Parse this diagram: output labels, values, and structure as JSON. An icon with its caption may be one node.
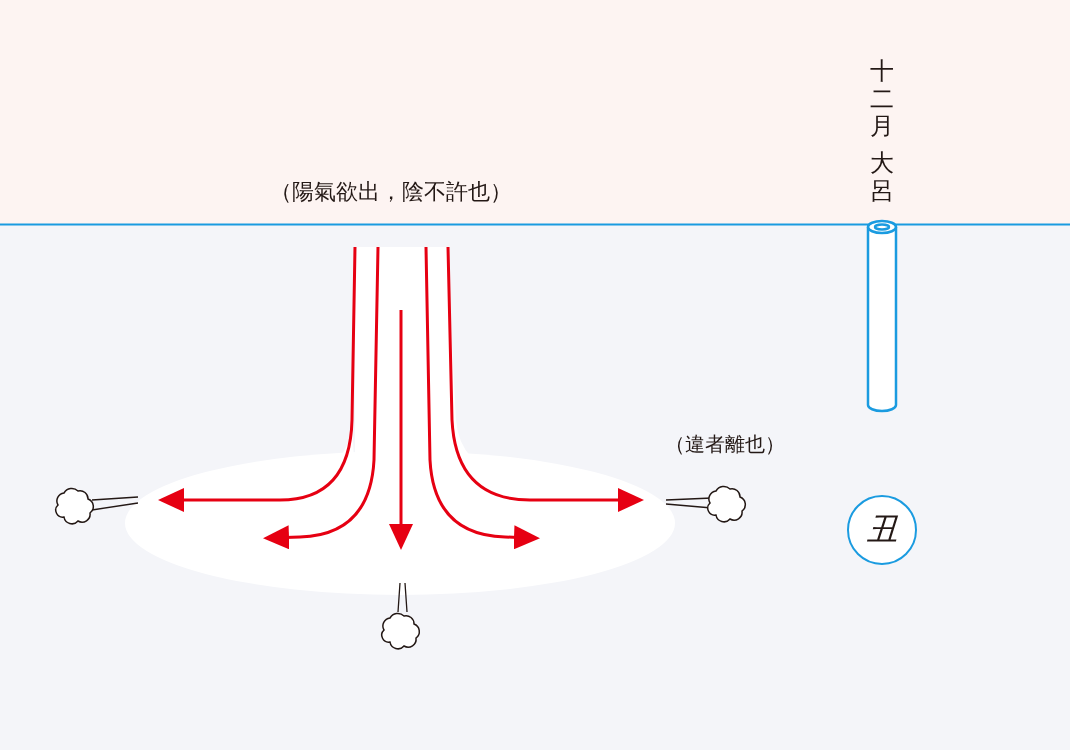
{
  "diagram": {
    "nodes": [
      {
        "text": [
          "丑"
        ]
      }
    ],
    "labels": [
      "（陽氣欲出，陰不許也）",
      "十二月",
      "大呂",
      "（違者離也）"
    ]
  }
}
